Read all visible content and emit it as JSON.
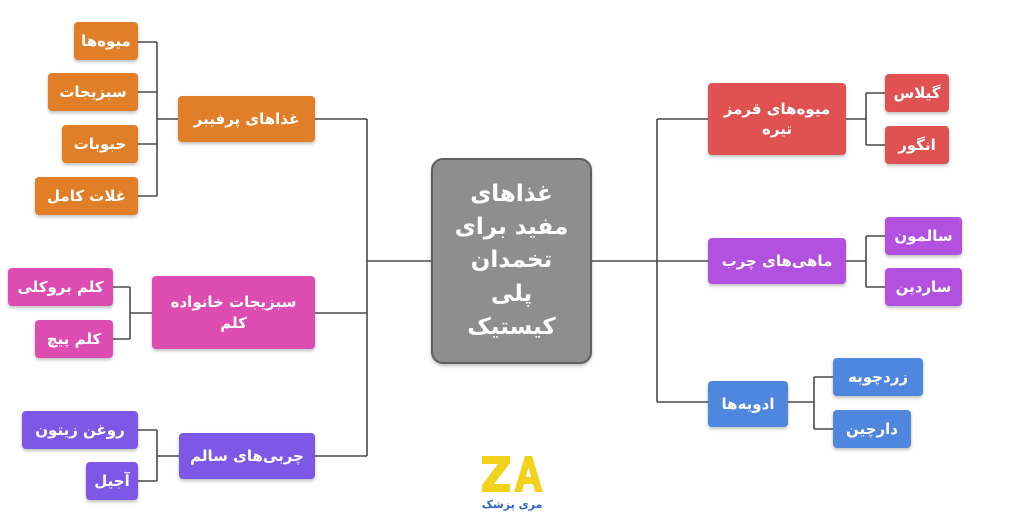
{
  "colors": {
    "center": "#8e8e8e",
    "line": "#4a4a4a",
    "orange": "#e07f28",
    "pink": "#dc4cb1",
    "purple": "#7d57e6",
    "red": "#e05151",
    "violet": "#b250e0",
    "blue": "#4f86de",
    "logo_yellow": "#f3d21c",
    "logo_blue": "#2f62c8"
  },
  "center": {
    "label": "غذاهای\nمفید برای\nتخمدان پلی\nکیستیک"
  },
  "left_branches": [
    {
      "label": "غذاهای پرفیبر",
      "color": "orange",
      "leaves": [
        "میوه‌ها",
        "سبزیجات",
        "حبوبات",
        "غلات کامل"
      ]
    },
    {
      "label": "سبزیجات خانواده\nکلم",
      "color": "pink",
      "leaves": [
        "کلم بروکلی",
        "کلم پیچ"
      ]
    },
    {
      "label": "چربی‌های سالم",
      "color": "purple",
      "leaves": [
        "روغن زیتون",
        "آجیل"
      ]
    }
  ],
  "right_branches": [
    {
      "label": "میوه‌های قرمز\nتیره",
      "color": "red",
      "leaves": [
        "گیلاس",
        "انگور"
      ]
    },
    {
      "label": "ماهی‌های چرب",
      "color": "violet",
      "leaves": [
        "سالمون",
        "ساردین"
      ]
    },
    {
      "label": "ادویه‌ها",
      "color": "blue",
      "leaves": [
        "زردچوبه",
        "دارچین"
      ]
    }
  ],
  "logo": {
    "mark": "ZA",
    "text": "مری پزشک",
    "icon": "za-logo"
  }
}
